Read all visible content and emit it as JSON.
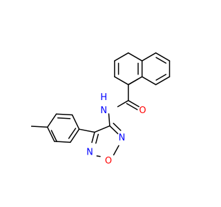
{
  "molecule": {
    "atoms": [
      {
        "id": "N_amide",
        "label": "N",
        "color": "#0000ff"
      },
      {
        "id": "H_amide",
        "label": "H",
        "color": "#0000ff"
      },
      {
        "id": "O_carbonyl",
        "label": "O",
        "color": "#ff0000"
      },
      {
        "id": "N_ring_upper",
        "label": "N",
        "color": "#0000ff"
      },
      {
        "id": "O_ring",
        "label": "O",
        "color": "#ff0000"
      },
      {
        "id": "N_ring_lower",
        "label": "N",
        "color": "#0000ff"
      }
    ]
  }
}
